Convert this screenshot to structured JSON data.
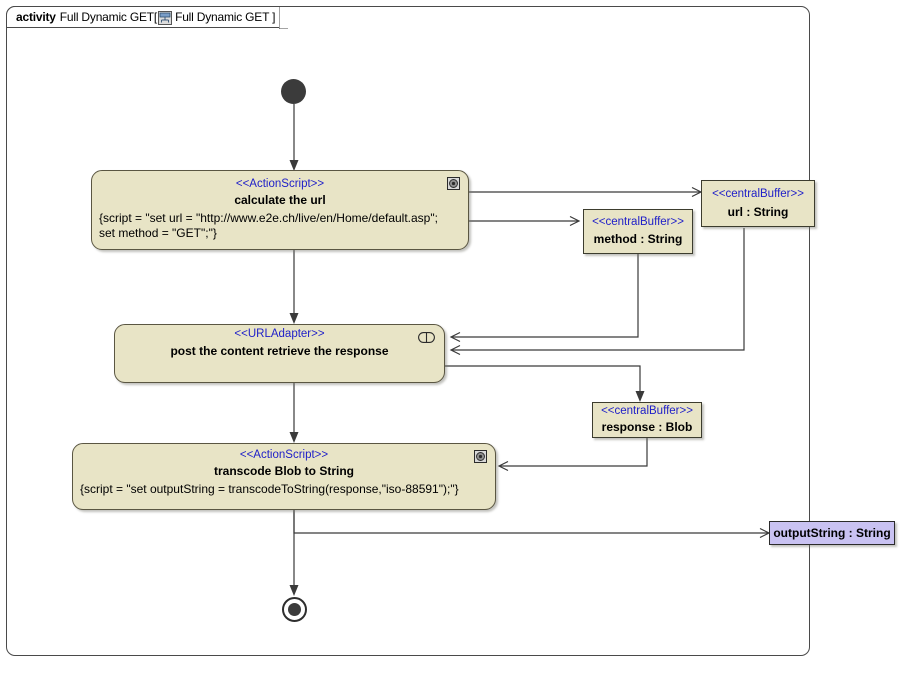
{
  "frame": {
    "keyword": "activity",
    "name": "Full Dynamic GET[",
    "icon": "activity-diagram-icon",
    "bracket_name": "Full Dynamic GET ]"
  },
  "colors": {
    "node_fill": "#e8e4c6",
    "node_border": "#55513a",
    "parameter_fill": "#c9c2f2",
    "stereotype_text": "#2020c8",
    "line": "#3a3a3a",
    "control_node": "#3b3b3b",
    "background": "#ffffff"
  },
  "nodes": {
    "initial": {
      "label": "initial-node"
    },
    "final": {
      "label": "activity-final-node"
    },
    "action_calculate_url": {
      "stereotype": "<<ActionScript>>",
      "name": "calculate the url",
      "script_line1": "{script = \"set url = \"http://www.e2e.ch/live/en/Home/default.asp\";",
      "script_line2": "set method = \"GET\";\"}",
      "icon": "script-icon"
    },
    "action_url_adapter": {
      "stereotype": "<<URLAdapter>>",
      "name": "post the content retrieve the response",
      "icon": "adapter-pin-icon"
    },
    "action_transcode": {
      "stereotype": "<<ActionScript>>",
      "name": "transcode Blob to String",
      "script_line1": "{script = \"set outputString = transcodeToString(response,\"iso-88591\");\"}",
      "icon": "script-icon"
    },
    "buffer_url": {
      "stereotype": "<<centralBuffer>>",
      "name": "url : String"
    },
    "buffer_method": {
      "stereotype": "<<centralBuffer>>",
      "name": "method : String"
    },
    "buffer_response": {
      "stereotype": "<<centralBuffer>>",
      "name": "response : Blob"
    },
    "parameter_output": {
      "name": "outputString : String"
    }
  }
}
